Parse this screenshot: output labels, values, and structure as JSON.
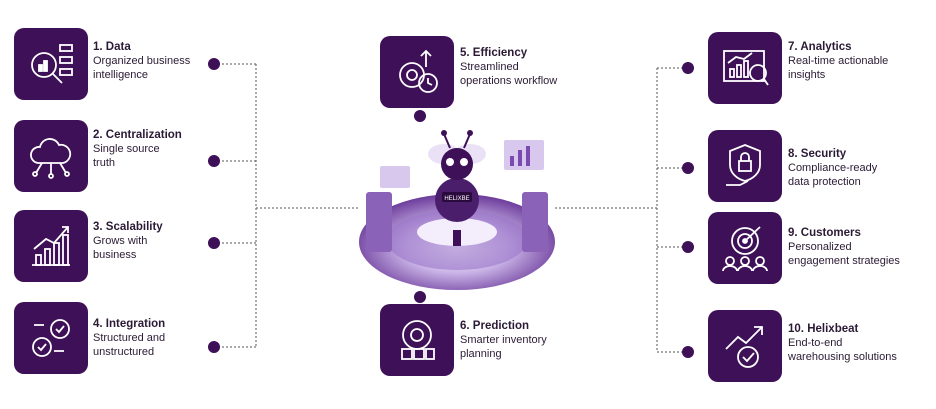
{
  "colors": {
    "tile": "#3e1057",
    "line": "#555555",
    "accent": "#7b4ab0"
  },
  "hub": {
    "icon": "bee-mascot-warehouse-hub",
    "badge_text": "HELIXBE"
  },
  "items": [
    {
      "num": "1.",
      "title": "Data",
      "desc1": "Organized business",
      "desc2": "intelligence",
      "icon": "data-analysis-icon"
    },
    {
      "num": "2.",
      "title": "Centralization",
      "desc1": "Single source",
      "desc2": "truth",
      "icon": "cloud-network-icon"
    },
    {
      "num": "3.",
      "title": "Scalability",
      "desc1": "Grows with",
      "desc2": "business",
      "icon": "growth-chart-icon"
    },
    {
      "num": "4.",
      "title": "Integration",
      "desc1": "Structured and",
      "desc2": "unstructured",
      "icon": "gears-check-icon"
    },
    {
      "num": "5.",
      "title": "Efficiency",
      "desc1": "Streamlined",
      "desc2": "operations workflow",
      "icon": "gear-clock-icon"
    },
    {
      "num": "6.",
      "title": "Prediction",
      "desc1": "Smarter inventory",
      "desc2": "planning",
      "icon": "inventory-gear-icon"
    },
    {
      "num": "7.",
      "title": "Analytics",
      "desc1": "Real-time actionable",
      "desc2": "insights",
      "icon": "analytics-dashboard-icon"
    },
    {
      "num": "8.",
      "title": "Security",
      "desc1": "Compliance-ready",
      "desc2": "data protection",
      "icon": "shield-lock-icon"
    },
    {
      "num": "9.",
      "title": "Customers",
      "desc1": "Personalized",
      "desc2": "engagement strategies",
      "icon": "target-users-icon"
    },
    {
      "num": "10.",
      "title": "Helixbeat",
      "desc1": "End-to-end",
      "desc2": "warehousing solutions",
      "icon": "arrow-check-icon"
    }
  ]
}
